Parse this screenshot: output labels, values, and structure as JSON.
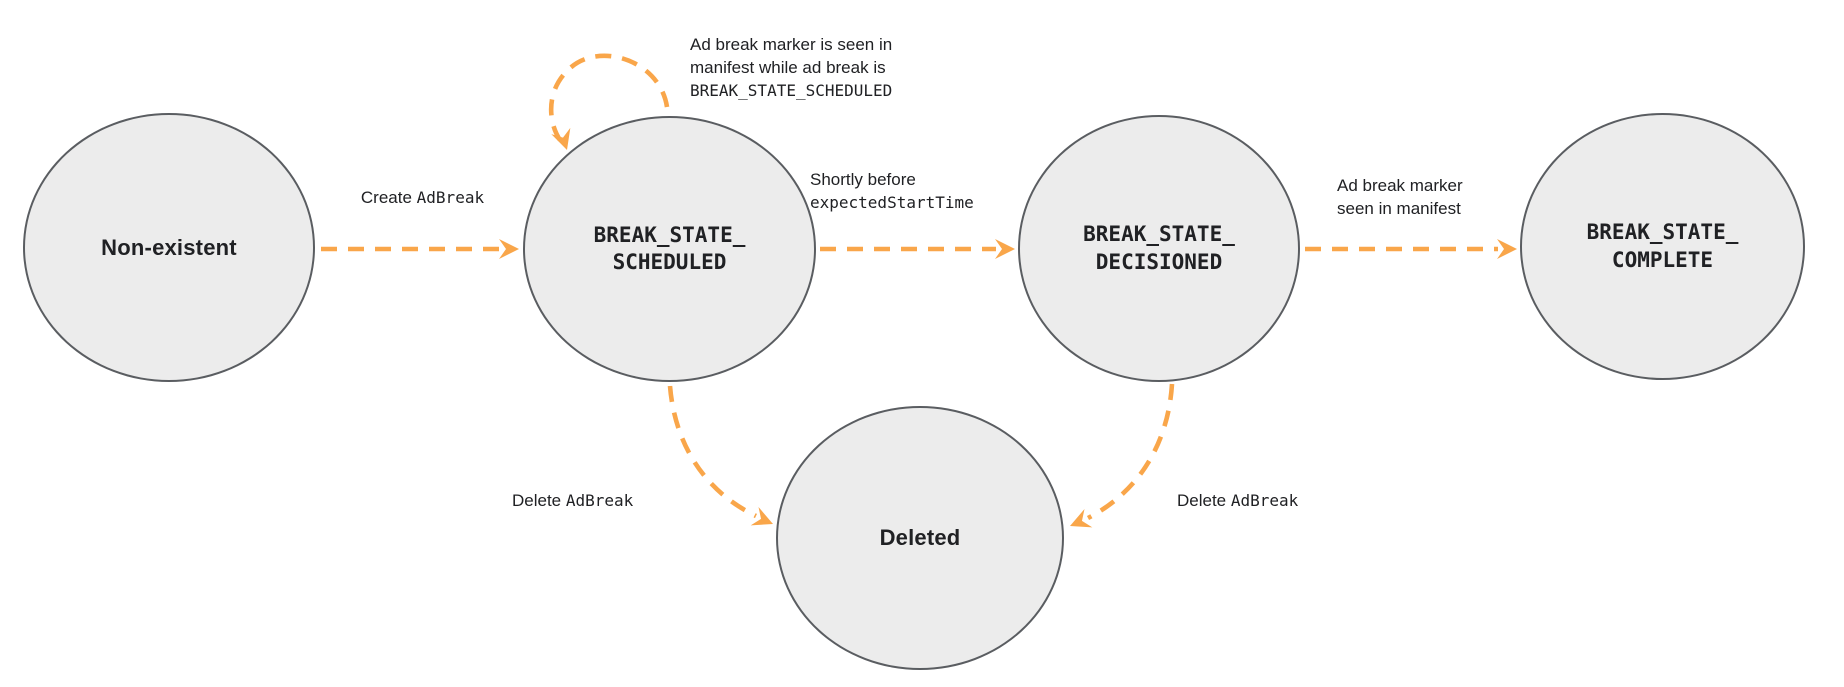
{
  "colors": {
    "arrow": "#F9A64A",
    "node_fill": "#ECECEC",
    "node_border": "#5A5D61",
    "text": "#202124"
  },
  "nodes": {
    "non_existent": {
      "label": "Non-existent"
    },
    "scheduled": {
      "line1": "BREAK_STATE_",
      "line2": "SCHEDULED"
    },
    "decisioned": {
      "line1": "BREAK_STATE_",
      "line2": "DECISIONED"
    },
    "complete": {
      "line1": "BREAK_STATE_",
      "line2": "COMPLETE"
    },
    "deleted": {
      "label": "Deleted"
    }
  },
  "edges": {
    "create": {
      "text": "Create ",
      "code": "AdBreak"
    },
    "self_loop": {
      "line1": "Ad break marker is seen in",
      "line2": "manifest while ad break is",
      "line3_code": "BREAK_STATE_SCHEDULED"
    },
    "to_decisioned": {
      "line1": "Shortly before",
      "line2_code": "expectedStartTime"
    },
    "to_complete": {
      "line1": "Ad break marker",
      "line2": "seen in manifest"
    },
    "delete_from_scheduled": {
      "text": "Delete ",
      "code": "AdBreak"
    },
    "delete_from_decisioned": {
      "text": "Delete ",
      "code": "AdBreak"
    }
  }
}
